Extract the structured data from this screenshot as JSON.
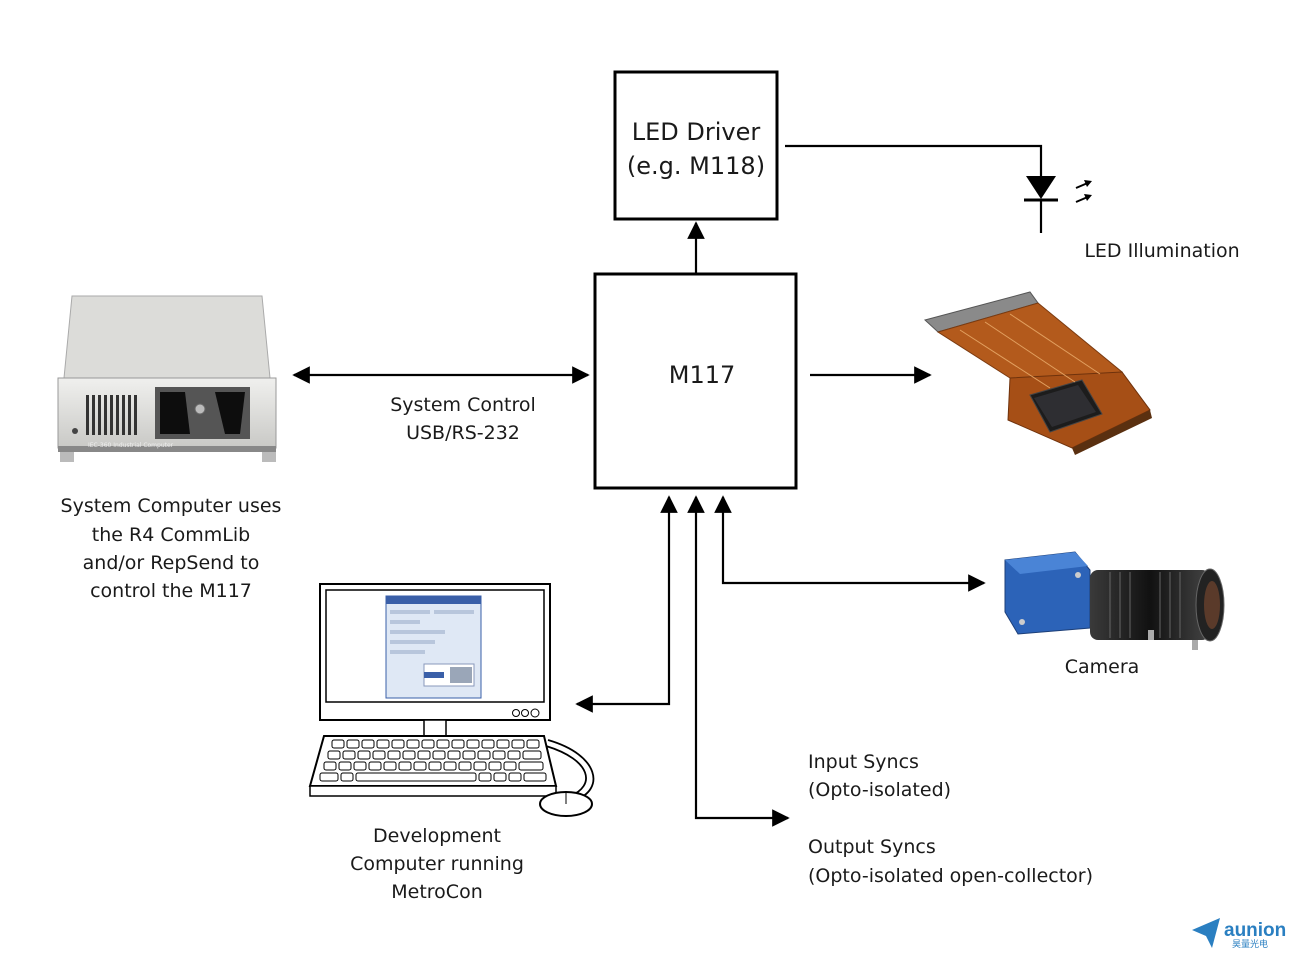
{
  "nodes": {
    "led_driver": {
      "line1": "LED Driver",
      "line2": "(e.g. M118)"
    },
    "m117": {
      "label": "M117"
    },
    "led_illumination": {
      "label": "LED Illumination"
    },
    "system_control": {
      "line1": "System Control",
      "line2": "USB/RS-232"
    },
    "system_computer": {
      "line1": "System Computer uses",
      "line2": "the R4 CommLib",
      "line3": "and/or RepSend to",
      "line4": "control the M117",
      "case_label": "IEC-360 Industrial Computer"
    },
    "camera": {
      "label": "Camera"
    },
    "dev_computer": {
      "line1": "Development",
      "line2": "Computer running",
      "line3": "MetroCon"
    },
    "input_syncs": {
      "line1": "Input Syncs",
      "line2": "(Opto-isolated)"
    },
    "output_syncs": {
      "line1": "Output Syncs",
      "line2": "(Opto-isolated open-collector)"
    }
  },
  "watermark": {
    "brand": "aunion",
    "sub": "昊量光电"
  },
  "icons": [
    "led-diode-icon",
    "industrial-computer-icon",
    "display-board-icon",
    "camera-icon",
    "desktop-computer-icon",
    "brand-logo-icon"
  ],
  "colors": {
    "camera_body": "#2c63b8",
    "pcb": "#b35a1c",
    "brand": "#2a7fc1"
  }
}
